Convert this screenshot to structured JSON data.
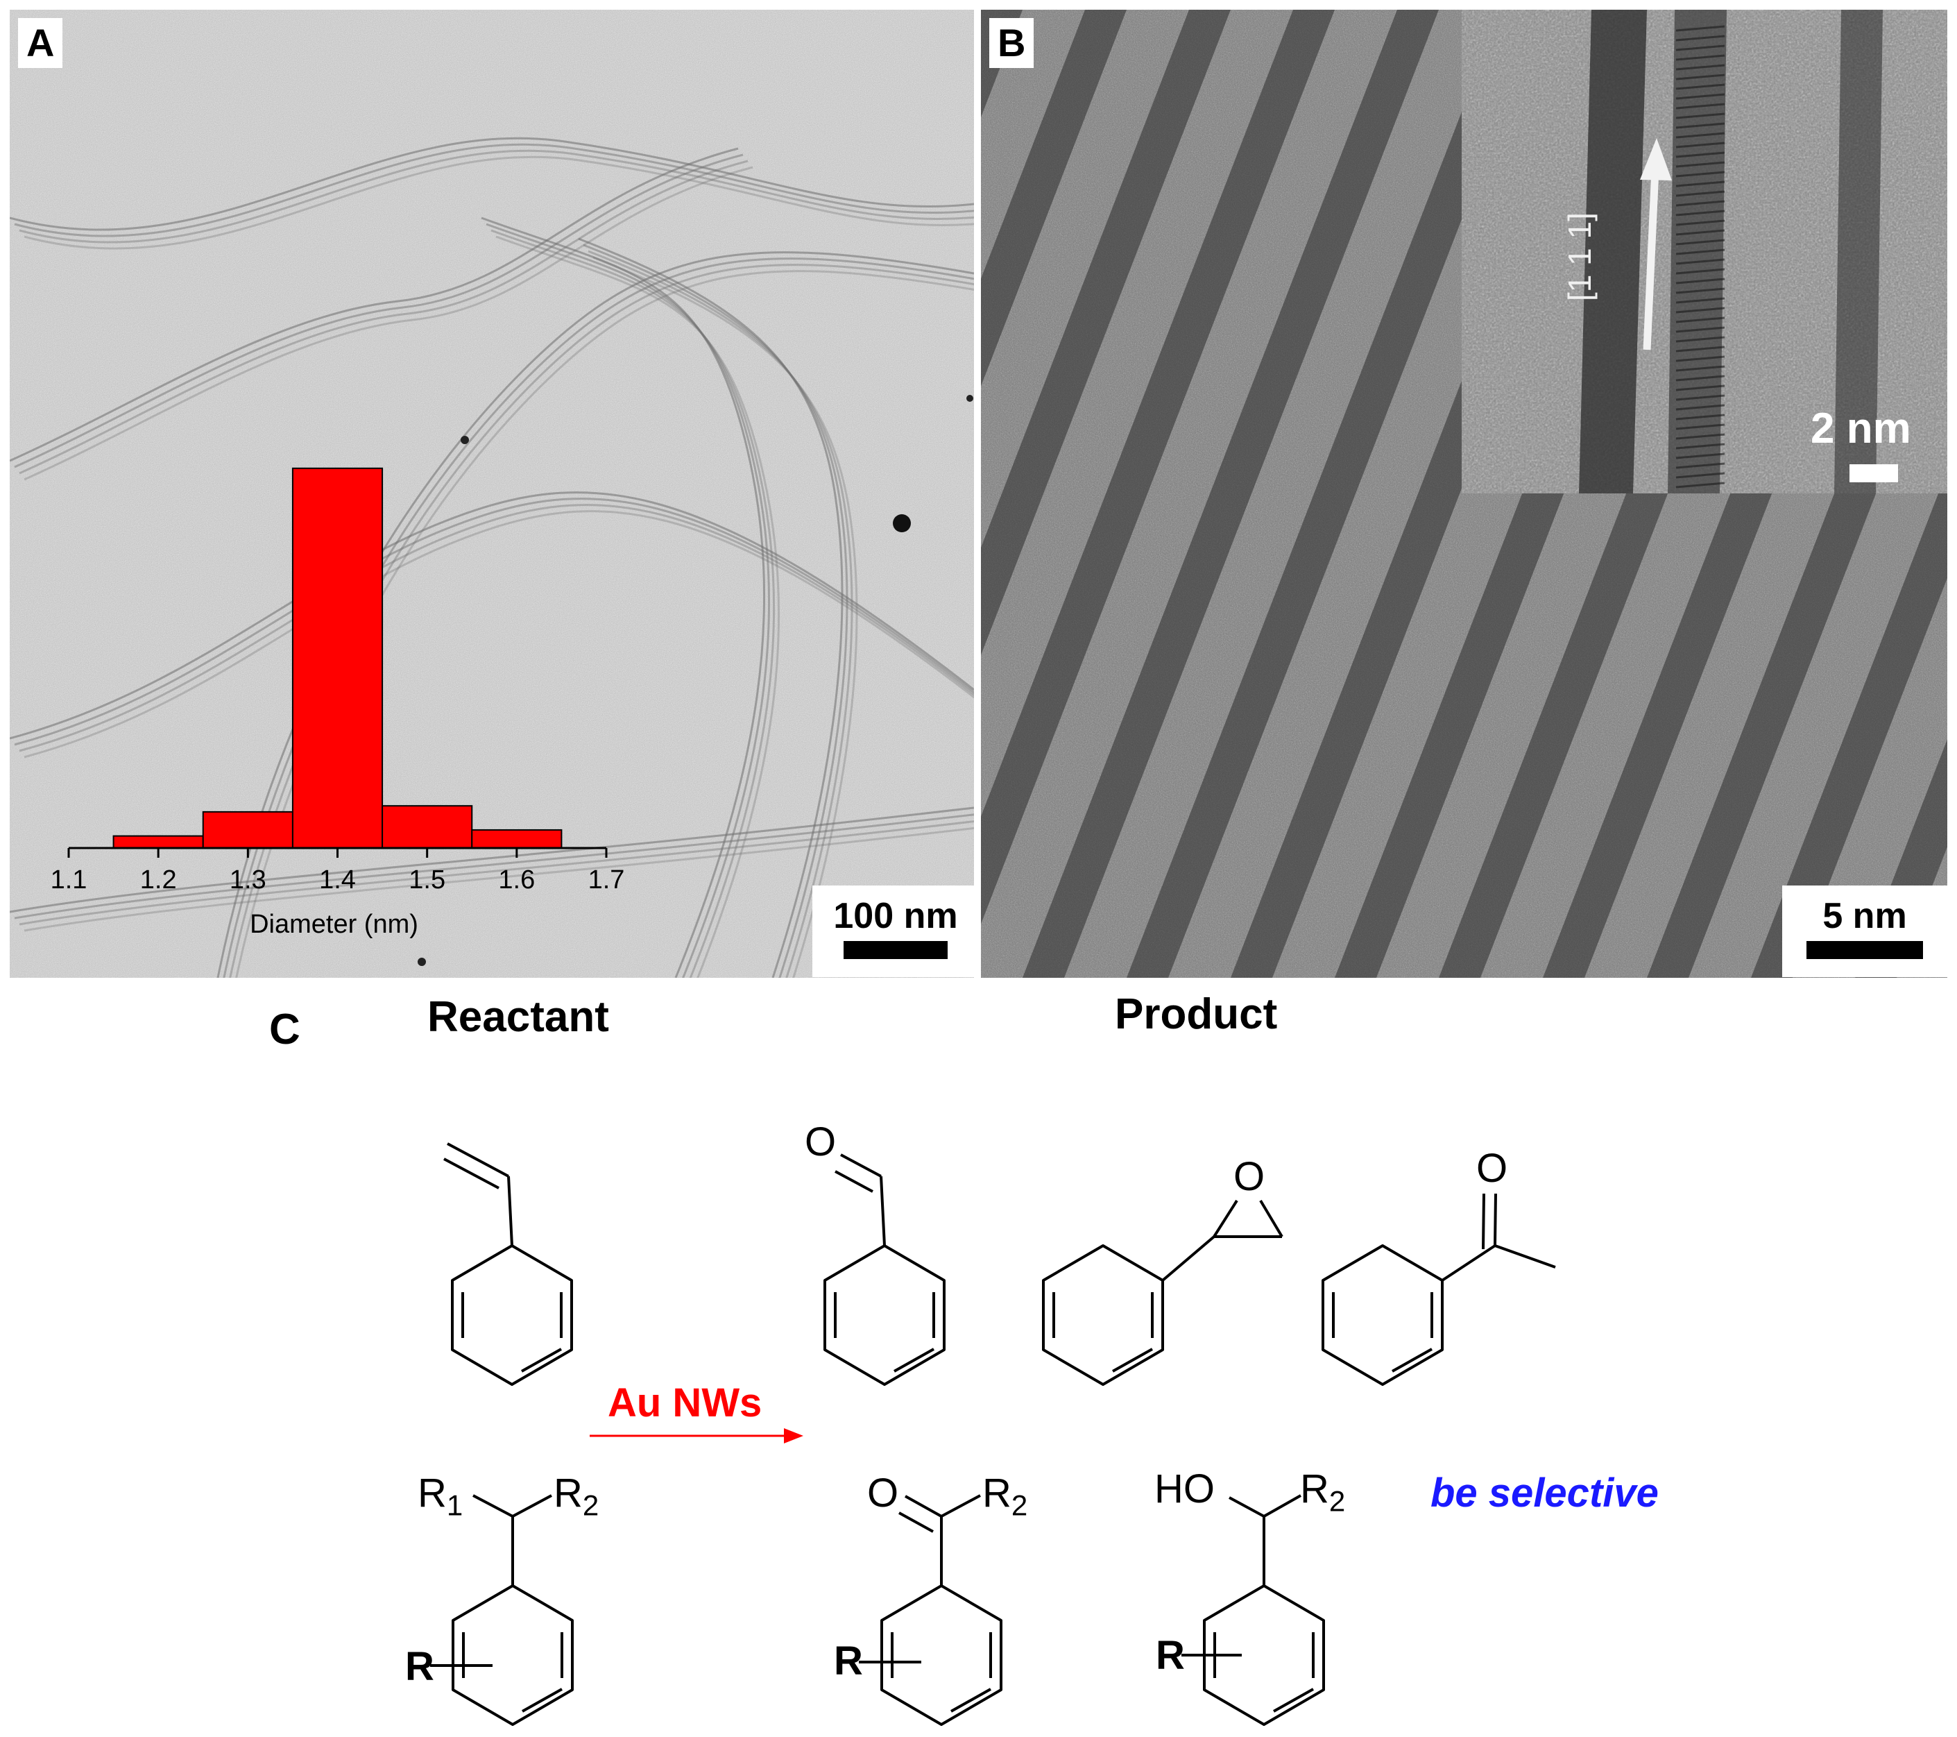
{
  "panel_a": {
    "label": "A",
    "scale_bar": "100 nm",
    "histogram": {
      "type": "bar",
      "xlabel": "Diameter (nm)",
      "ticks": [
        "1.1",
        "1.2",
        "1.3",
        "1.4",
        "1.5",
        "1.6",
        "1.7"
      ],
      "bin_edges": [
        1.15,
        1.25,
        1.35,
        1.45,
        1.55,
        1.65
      ],
      "values": [
        2,
        6,
        63,
        7,
        3
      ],
      "xlim": [
        1.1,
        1.7
      ],
      "ylim": [
        0,
        70
      ],
      "bar_color": "#ff0000"
    }
  },
  "panel_b": {
    "label": "B",
    "scale_bar": "5 nm",
    "inset": {
      "scale_bar": "2 nm",
      "direction": "[1 1 1]"
    }
  },
  "panel_c": {
    "label": "C",
    "reactant_heading": "Reactant",
    "product_heading": "Product",
    "catalyst_label": "Au NWs",
    "selectivity_label": "be selective",
    "atoms": {
      "oxygen": "O",
      "hydroxyl": "HO",
      "r": "R",
      "r1": "R",
      "r1_sub": "1",
      "r2": "R",
      "r2_sub": "2"
    },
    "colors": {
      "catalyst": "#ff0000",
      "selectivity": "#1a1aff"
    }
  }
}
